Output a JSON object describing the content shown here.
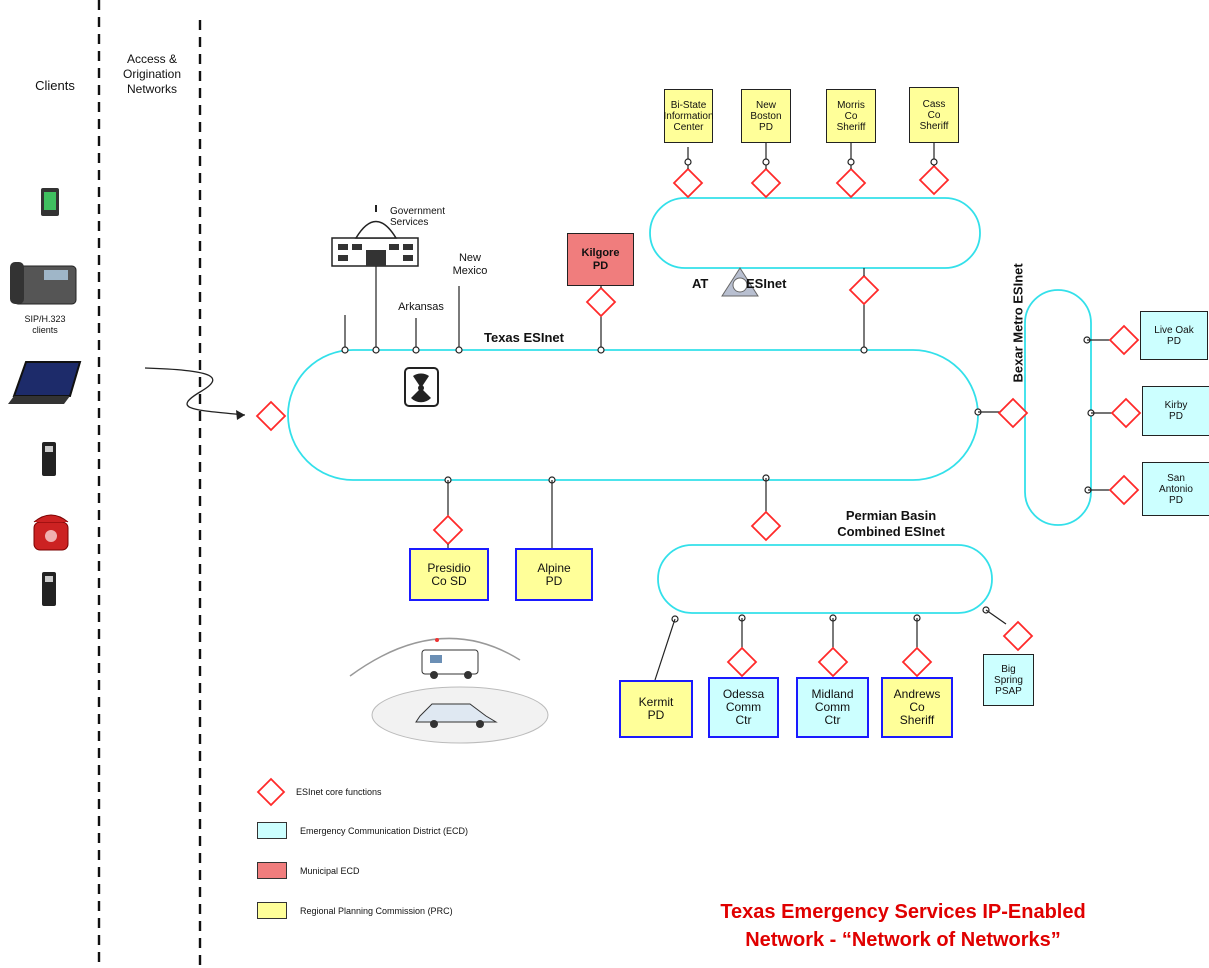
{
  "columns": {
    "clients": "Clients",
    "access": "Access &\nOrigination\nNetworks"
  },
  "client_device_label": "SIP/H.323\nclients",
  "networks": {
    "texas": "Texas ESInet",
    "atcog": "ESInet",
    "atcog_prefix": "AT",
    "bexar": "Bexar Metro ESInet",
    "permian": "Permian Basin\nCombined ESInet"
  },
  "labels": {
    "government": "Government\nServices",
    "new_mexico": "New\nMexico",
    "arkansas": "Arkansas"
  },
  "psaps": {
    "bistate": "Bi-State\nInformation\nCenter",
    "new_boston": "New\nBoston\nPD",
    "morris": "Morris\nCo\nSheriff",
    "cass": "Cass\nCo\nSheriff",
    "kilgore": "Kilgore\nPD",
    "live_oak": "Live Oak\nPD",
    "kirby": "Kirby\nPD",
    "san_antonio": "San\nAntonio\nPD",
    "presidio": "Presidio\nCo SD",
    "alpine": "Alpine\nPD",
    "kermit": "Kermit\nPD",
    "odessa": "Odessa\nComm\nCtr",
    "midland": "Midland\nComm\nCtr",
    "andrews": "Andrews\nCo\nSheriff",
    "big_spring": "Big\nSpring\nPSAP"
  },
  "legend": {
    "core": "ESInet core functions",
    "ecd": "Emergency Communication District (ECD)",
    "municipal": "Municipal ECD",
    "rpc": "Regional Planning Commission (PRC)"
  },
  "title": "Texas Emergency Services IP-Enabled\nNetwork - “Network of Networks”",
  "colors": {
    "ring": "#33e0ea",
    "core_diamond": "#ff2a2a",
    "ecd": "#ccffff",
    "municipal": "#f07d7d",
    "rpc": "#ffff99",
    "title": "#e00000"
  }
}
